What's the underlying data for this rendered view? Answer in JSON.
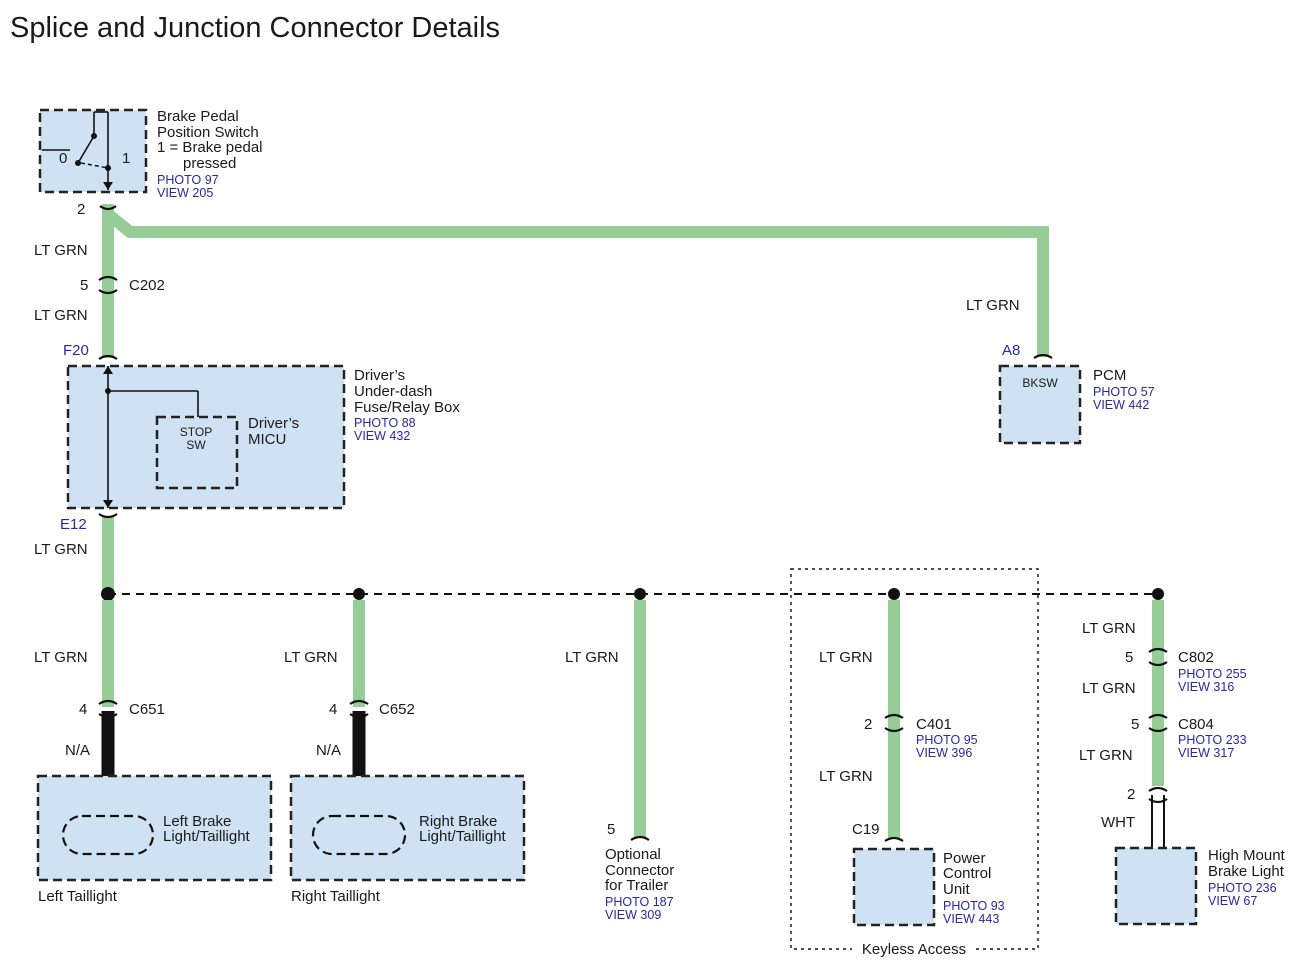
{
  "title": "Splice and Junction Connector Details",
  "brake_switch": {
    "name1": "Brake Pedal",
    "name2": "Position Switch",
    "note1": "1 = Brake pedal",
    "note2": "pressed",
    "photo": "PHOTO 97",
    "view": "VIEW 205",
    "pos0": "0",
    "pos1": "1",
    "pin": "2"
  },
  "wires": {
    "ltgrn": "LT GRN",
    "na": "N/A",
    "wht": "WHT"
  },
  "c202": {
    "pin": "5",
    "name": "C202"
  },
  "fuse_box": {
    "pin_top": "F20",
    "pin_bottom": "E12",
    "name1": "Driver’s",
    "name2": "Under-dash",
    "name3": "Fuse/Relay Box",
    "photo": "PHOTO 88",
    "view": "VIEW 432",
    "micu1": "Driver’s",
    "micu2": "MICU",
    "stop1": "STOP",
    "stop2": "SW"
  },
  "pcm": {
    "pin": "A8",
    "inner": "BKSW",
    "name": "PCM",
    "photo": "PHOTO 57",
    "view": "VIEW 442"
  },
  "left_light": {
    "pin": "4",
    "connector": "C651",
    "name1": "Left Brake",
    "name2": "Light/Taillight",
    "assembly": "Left Taillight"
  },
  "right_light": {
    "pin": "4",
    "connector": "C652",
    "name1": "Right Brake",
    "name2": "Light/Taillight",
    "assembly": "Right Taillight"
  },
  "trailer": {
    "pin": "5",
    "name1": "Optional",
    "name2": "Connector",
    "name3": "for Trailer",
    "photo": "PHOTO 187",
    "view": "VIEW 309"
  },
  "pcu": {
    "c401_pin": "2",
    "c401": "C401",
    "c401_photo": "PHOTO 95",
    "c401_view": "VIEW 396",
    "pin": "C19",
    "name1": "Power",
    "name2": "Control",
    "name3": "Unit",
    "photo": "PHOTO 93",
    "view": "VIEW 443",
    "group": "Keyless Access"
  },
  "hmsl": {
    "c802_pin": "5",
    "c802": "C802",
    "c802_photo": "PHOTO 255",
    "c802_view": "VIEW 316",
    "c804_pin": "5",
    "c804": "C804",
    "c804_photo": "PHOTO 233",
    "c804_view": "VIEW 317",
    "pin": "2",
    "name1": "High Mount",
    "name2": "Brake Light",
    "photo": "PHOTO 236",
    "view": "VIEW 67"
  }
}
